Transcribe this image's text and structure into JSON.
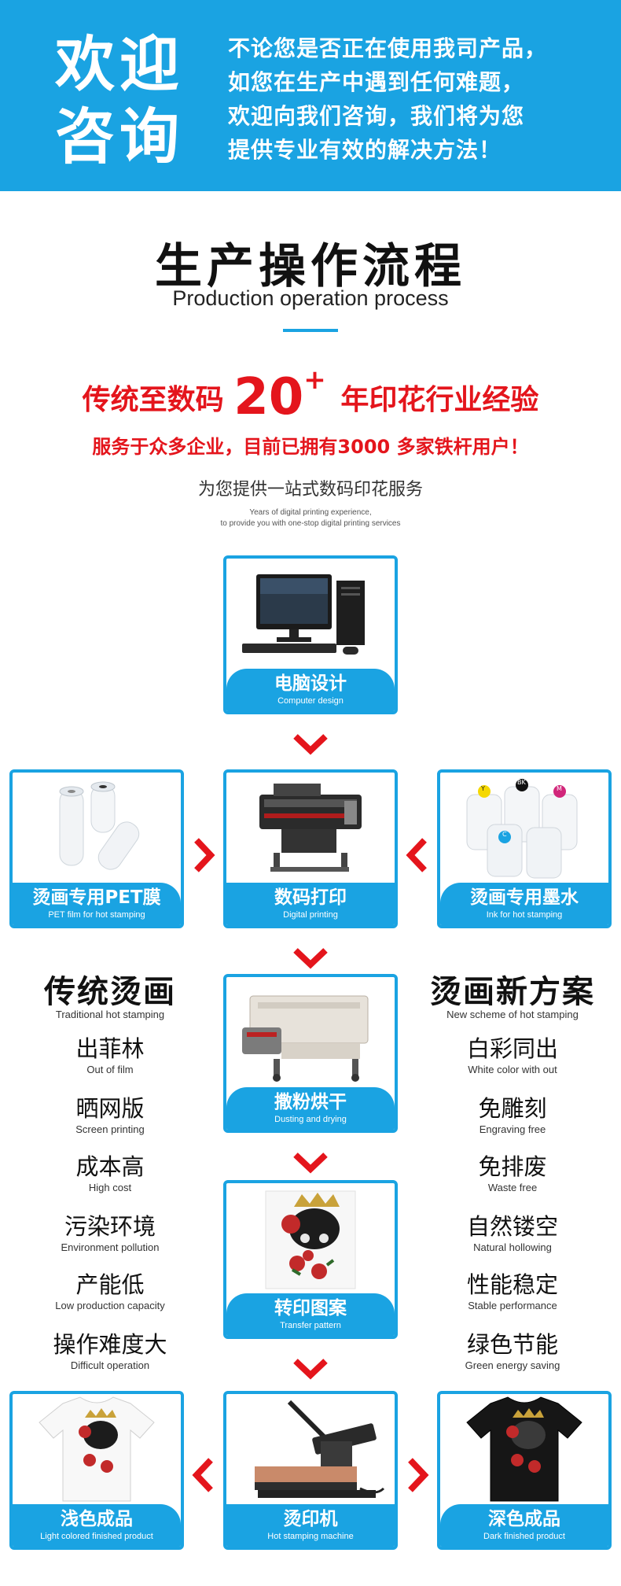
{
  "banner": {
    "big_line1": "欢迎",
    "big_line2": "咨询",
    "text_lines": [
      "不论您是否正在使用我司产品，",
      "如您在生产中遇到任何难题，",
      "欢迎向我们咨询，我们将为您",
      "提供专业有效的解决方法！"
    ],
    "color": "#1aa3e2"
  },
  "section": {
    "title": "生产操作流程",
    "subtitle": "Production operation process"
  },
  "headline": {
    "pre": "传统至数码",
    "number": "20",
    "plus": "+",
    "post": "年印花行业经验",
    "line2": "服务于众多企业，目前已拥有3000 多家铁杆用户！",
    "line3": "为您提供一站式数码印花服务",
    "tiny1": "Years of digital printing experience,",
    "tiny2": "to provide you with one-stop digital printing services",
    "color": "#e4151c"
  },
  "cards": {
    "computer": {
      "zh": "电脑设计",
      "en": "Computer design"
    },
    "pet": {
      "zh": "烫画专用PET膜",
      "en": "PET film for hot stamping"
    },
    "printing": {
      "zh": "数码打印",
      "en": "Digital printing"
    },
    "ink": {
      "zh": "烫画专用墨水",
      "en": "Ink for hot stamping"
    },
    "powder": {
      "zh": "撒粉烘干",
      "en": "Dusting and drying"
    },
    "transfer": {
      "zh": "转印图案",
      "en": "Transfer pattern"
    },
    "light": {
      "zh": "浅色成品",
      "en": "Light colored finished product"
    },
    "machine": {
      "zh": "烫印机",
      "en": "Hot stamping machine"
    },
    "dark": {
      "zh": "深色成品",
      "en": "Dark finished product"
    }
  },
  "ink_labels": [
    "Y",
    "BK",
    "M",
    "C"
  ],
  "traditional": {
    "title": "传统烫画",
    "subtitle": "Traditional hot stamping",
    "items": [
      {
        "zh": "出菲林",
        "en": "Out of film"
      },
      {
        "zh": "晒网版",
        "en": "Screen printing"
      },
      {
        "zh": "成本高",
        "en": "High cost"
      },
      {
        "zh": "污染环境",
        "en": "Environment pollution"
      },
      {
        "zh": "产能低",
        "en": "Low production capacity"
      },
      {
        "zh": "操作难度大",
        "en": "Difficult operation"
      }
    ]
  },
  "new_scheme": {
    "title": "烫画新方案",
    "subtitle": "New scheme of hot stamping",
    "items": [
      {
        "zh": "白彩同出",
        "en": "White color with out"
      },
      {
        "zh": "免雕刻",
        "en": "Engraving free"
      },
      {
        "zh": "免排废",
        "en": "Waste free"
      },
      {
        "zh": "自然镂空",
        "en": "Natural hollowing"
      },
      {
        "zh": "性能稳定",
        "en": "Stable performance"
      },
      {
        "zh": "绿色节能",
        "en": "Green energy saving"
      }
    ]
  }
}
